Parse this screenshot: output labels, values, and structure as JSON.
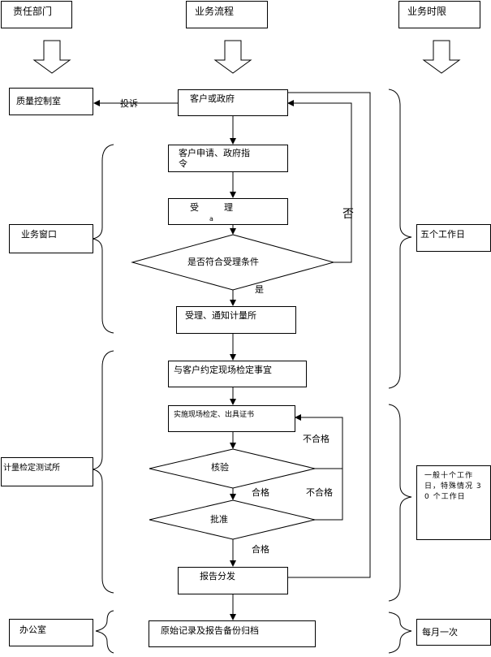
{
  "headers": {
    "responsible_dept": "责任部门",
    "business_process": "业务流程",
    "business_time_limit": "业务时限"
  },
  "departments": {
    "quality_control": "质量控制室",
    "business_window": "业务窗口",
    "metrology_institute": "计量检定测试所",
    "office": "办公室"
  },
  "process": {
    "customer_or_gov": "客户或政府",
    "apply": "客户申请、政府指令",
    "accept_char1": "受",
    "accept_char2": "理",
    "accept_mark": "a",
    "condition": "是否符合受理条件",
    "notify": "受理、通知计量所",
    "appointment": "与客户约定现场检定事宜",
    "onsite": "实施现场检定、出具证书",
    "verify": "核验",
    "approve": "批准",
    "distribute": "报告分发",
    "archive": "原始记录及报告备份归档"
  },
  "edges": {
    "complaint": "投诉",
    "no": "否",
    "yes": "是",
    "fail1": "不合格",
    "fail2": "不合格",
    "pass1": "合格",
    "pass2": "合格"
  },
  "time_limits": {
    "five_days": "五个工作日",
    "ten_days": "一般十个工作日，特殊情况 30 个工作日",
    "monthly": "每月一次"
  }
}
